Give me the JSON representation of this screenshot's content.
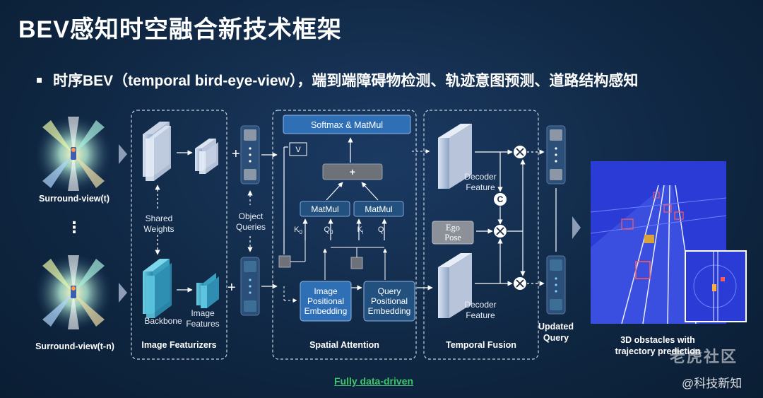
{
  "title": "BEV感知时空融合新技术框架",
  "subtitle": "时序BEV（temporal bird-eye-view），端到端障碍物检测、轨迹意图预测、道路结构感知",
  "inputs": {
    "top": "Surround-view(t)",
    "bottom": "Surround-view(t-n)",
    "dots": "⋮"
  },
  "featurizer": {
    "shared_weights": "Shared\nWeights",
    "backbone": "Backbone",
    "image_features": "Image\nFeatures",
    "section_label": "Image Featurizers"
  },
  "queries": {
    "label": "Object\nQueries"
  },
  "attention": {
    "softmax": "Softmax & MatMul",
    "v": "V",
    "plus": "+",
    "matmul_left": "MatMul",
    "matmul_right": "MatMul",
    "k0": "K",
    "k0_sub": "0",
    "q0": "Q",
    "q0_sub": "0",
    "ki": "K",
    "ki_sub": "i",
    "qi": "Q",
    "qi_sub": "i",
    "image_pe": "Image\nPositional\nEmbedding",
    "query_pe": "Query\nPositional\nEmbedding",
    "section_label": "Spatial Attention"
  },
  "fusion": {
    "decoder_top": "Decoder\nFeature",
    "decoder_bottom": "Decoder\nFeature",
    "ego_pose": "Ego\nPose",
    "concat": "C",
    "section_label": "Temporal Fusion"
  },
  "output": {
    "updated_query": "Updated\nQuery",
    "result_label": "3D obstacles with\ntrajectory prediction"
  },
  "footer": {
    "fully_data_driven": "Fully data-driven"
  },
  "watermarks": {
    "main": "老虎社区",
    "author": "@科技新知"
  },
  "colors": {
    "bg": "#102844",
    "box_blue": "#2f6fb5",
    "box_dark": "#23517f",
    "grey": "#6d7178",
    "green": "#3fc46b"
  }
}
